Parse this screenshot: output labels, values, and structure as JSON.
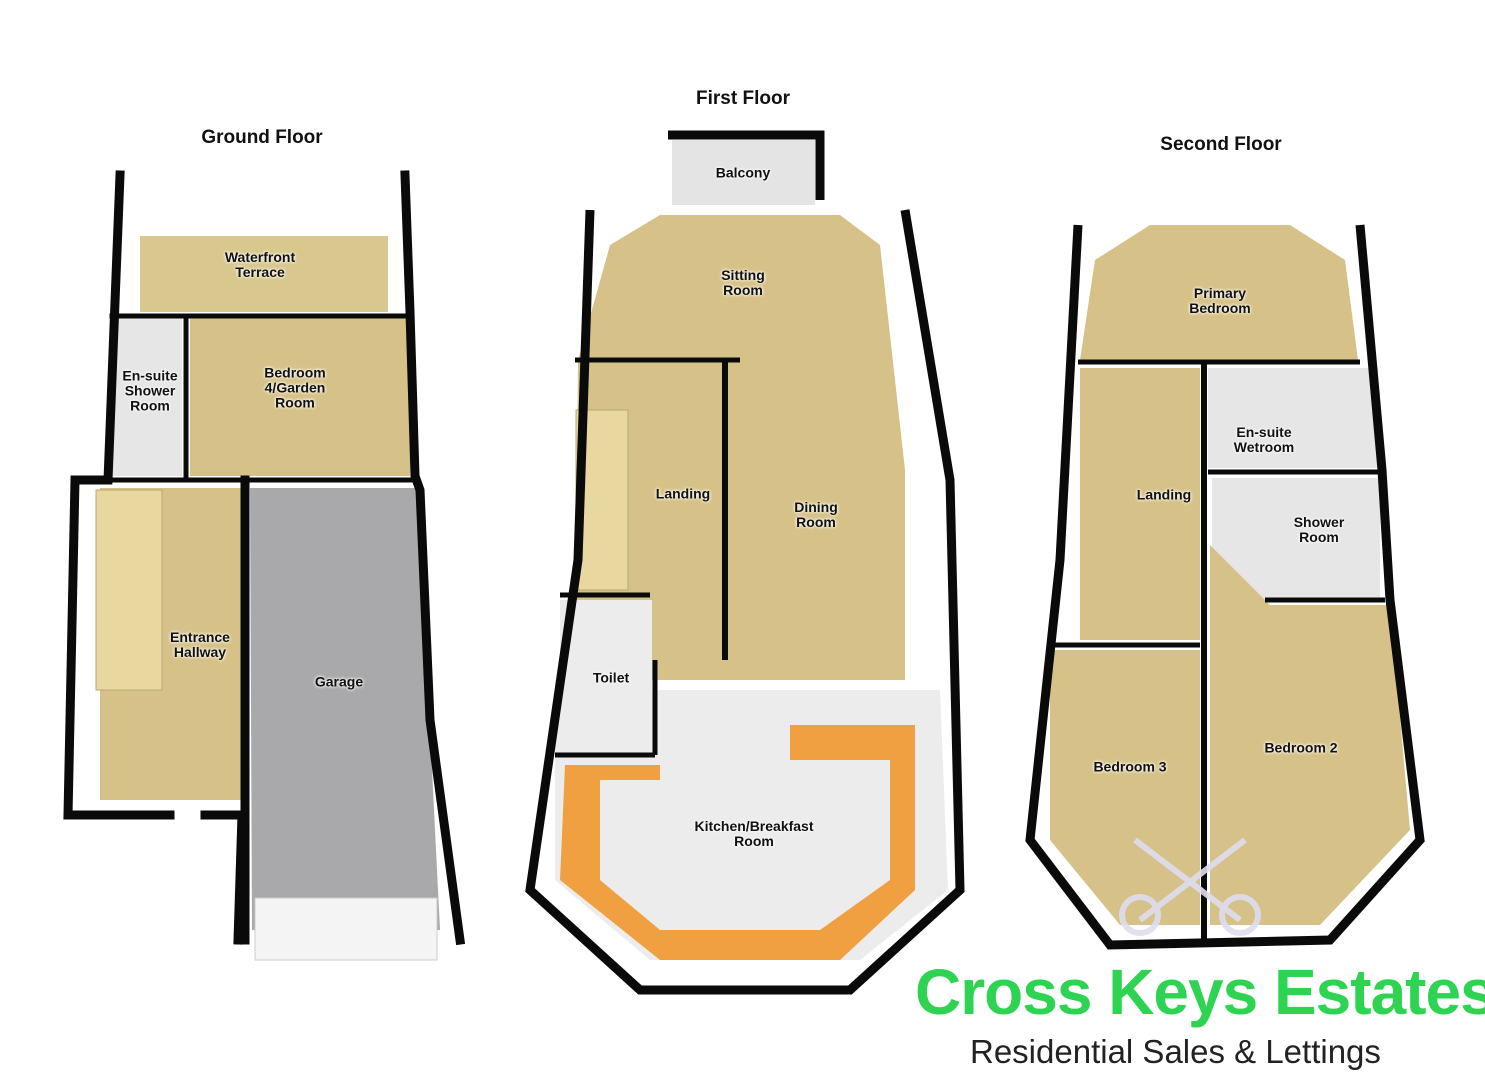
{
  "floors": {
    "ground": {
      "title": "Ground Floor",
      "rooms": {
        "terrace": [
          "Waterfront",
          "Terrace"
        ],
        "ensuite": [
          "En-suite",
          "Shower",
          "Room"
        ],
        "bedroom4": [
          "Bedroom",
          "4/Garden",
          "Room"
        ],
        "hallway": [
          "Entrance",
          "Hallway"
        ],
        "garage": [
          "Garage"
        ]
      }
    },
    "first": {
      "title": "First Floor",
      "rooms": {
        "balcony": [
          "Balcony"
        ],
        "sitting": [
          "Sitting",
          "Room"
        ],
        "landing": [
          "Landing"
        ],
        "dining": [
          "Dining",
          "Room"
        ],
        "toilet": [
          "Toilet"
        ],
        "kitchen": [
          "Kitchen/Breakfast",
          "Room"
        ]
      }
    },
    "second": {
      "title": "Second Floor",
      "rooms": {
        "primary": [
          "Primary",
          "Bedroom"
        ],
        "ensuite": [
          "En-suite",
          "Wetroom"
        ],
        "landing": [
          "Landing"
        ],
        "shower": [
          "Shower",
          "Room"
        ],
        "bedroom3": [
          "Bedroom 3"
        ],
        "bedroom2": [
          "Bedroom 2"
        ]
      }
    }
  },
  "branding": {
    "name": "Cross Keys Estates",
    "tagline": "Residential Sales & Lettings",
    "brand_color": "#2ed352"
  },
  "colors": {
    "carpet": "#d9c48e",
    "garage": "#a8a8aa",
    "tile": "#e8e8e8",
    "worktop": "#f0a040",
    "wall": "#0a0a0a"
  }
}
